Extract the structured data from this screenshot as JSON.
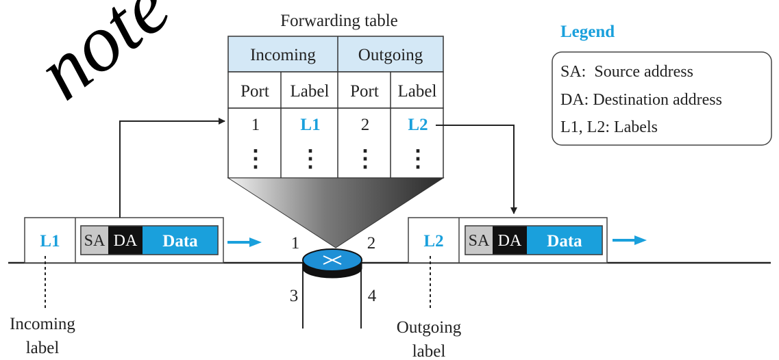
{
  "watermark": "note",
  "forwarding_table": {
    "title": "Forwarding table",
    "group_headers": [
      "Incoming",
      "Outgoing"
    ],
    "sub_headers": [
      "Port",
      "Label",
      "Port",
      "Label"
    ],
    "row": [
      "1",
      "L1",
      "2",
      "L2"
    ],
    "continuation": "⋮"
  },
  "legend": {
    "title": "Legend",
    "items": [
      "SA:  Source address",
      "DA: Destination address",
      "L1, L2: Labels"
    ]
  },
  "incoming_packet": {
    "label": "L1",
    "sa": "SA",
    "da": "DA",
    "data": "Data"
  },
  "outgoing_packet": {
    "label": "L2",
    "sa": "SA",
    "da": "DA",
    "data": "Data"
  },
  "ports": [
    "1",
    "2",
    "3",
    "4"
  ],
  "captions": {
    "incoming_line1": "Incoming",
    "incoming_line2": "label",
    "outgoing_line1": "Outgoing",
    "outgoing_line2": "label"
  },
  "colors": {
    "accent_blue": "#1aa0dc",
    "table_header_bg": "#d4e8f6",
    "sa_bg": "#c8c8c8",
    "da_bg": "#111111",
    "router_blue": "#1e90d6"
  }
}
